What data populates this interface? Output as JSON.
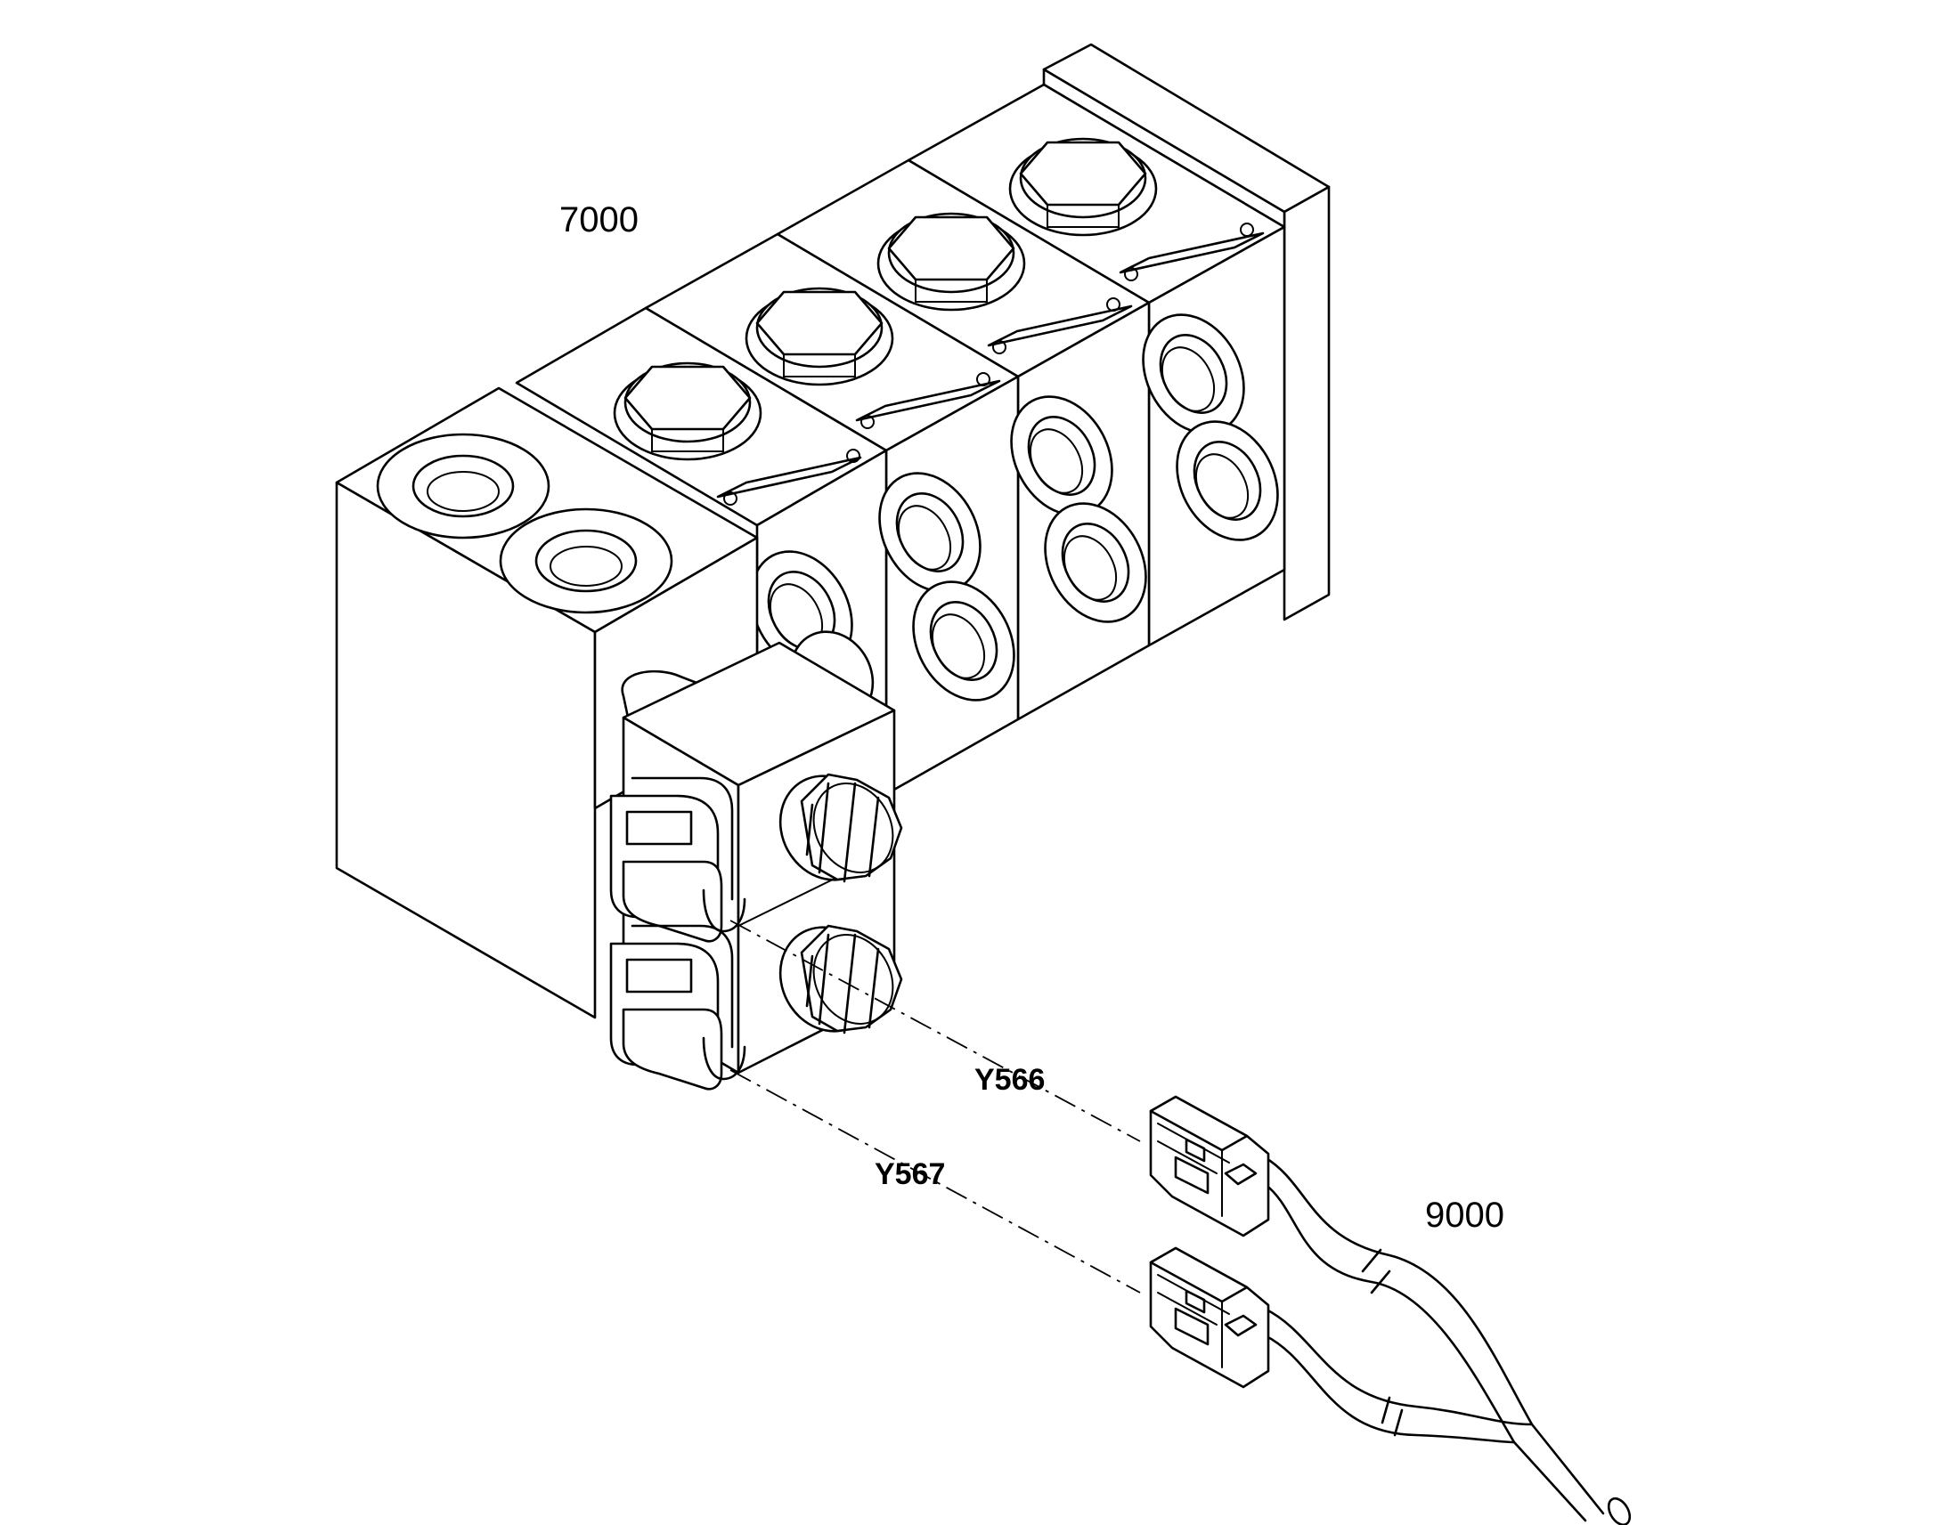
{
  "labels": {
    "valve_block": "7000",
    "harness": "9000",
    "connector_upper": "Y566",
    "connector_lower": "Y567"
  }
}
